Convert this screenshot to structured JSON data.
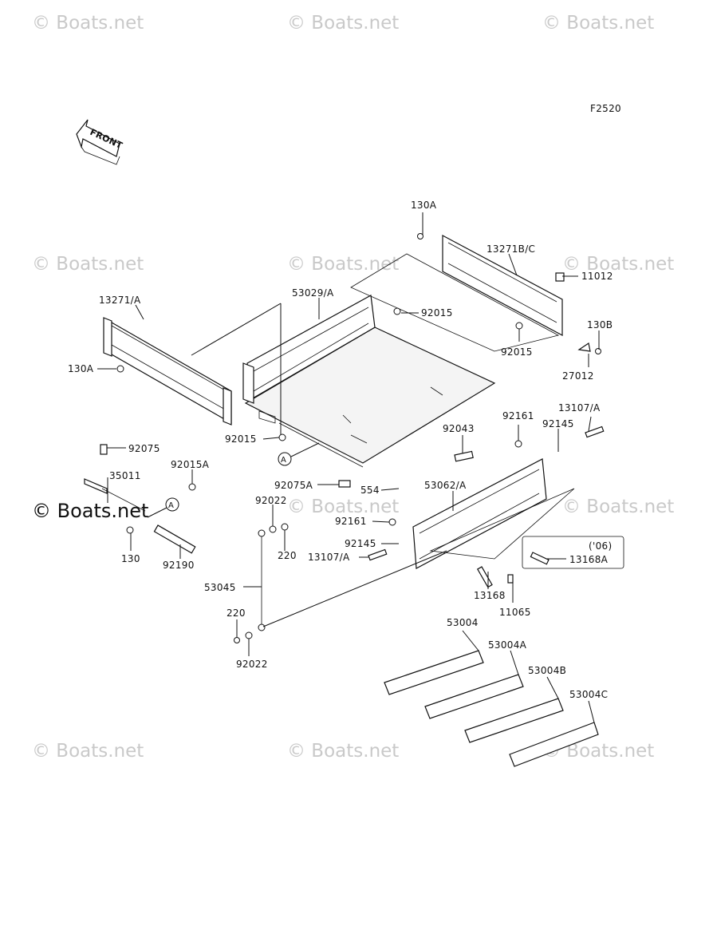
{
  "figure_code": "F2520",
  "front_label": "FRONT",
  "watermark": "© Boats.net",
  "ref_marker": "A",
  "year_note": "('06)",
  "callouts": {
    "c130A_top": "130A",
    "c13271BC": "13271B/C",
    "c11012": "11012",
    "c13271A": "13271/A",
    "c53029A": "53029/A",
    "c92015_mid": "92015",
    "c130B": "130B",
    "c92015_right": "92015",
    "c27012": "27012",
    "c130A_left": "130A",
    "c92015_center": "92015",
    "c92161_top": "92161",
    "c13107A_top": "13107/A",
    "c92145_top": "92145",
    "c92043": "92043",
    "c92075": "92075",
    "c92015A": "92015A",
    "c35011": "35011",
    "c92075A": "92075A",
    "c554": "554",
    "c53062A": "53062/A",
    "c92022_top": "92022",
    "c92161_mid": "92161",
    "c220_top": "220",
    "c92145_mid": "92145",
    "c13107A_mid": "13107/A",
    "c13168A": "13168A",
    "c130": "130",
    "c92190": "92190",
    "c53045": "53045",
    "c13168": "13168",
    "c11065": "11065",
    "c220_bottom": "220",
    "c92022_bottom": "92022",
    "c53004": "53004",
    "c53004A": "53004A",
    "c53004B": "53004B",
    "c53004C": "53004C"
  }
}
